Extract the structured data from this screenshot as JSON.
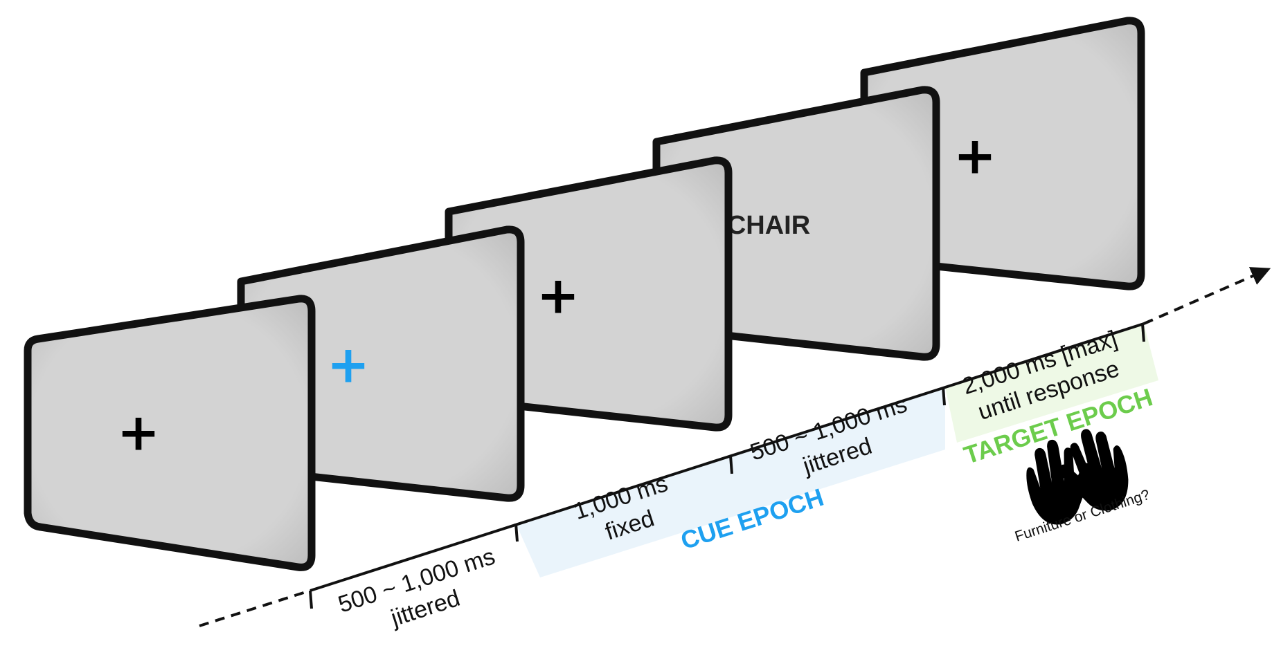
{
  "screens": [
    {
      "name": "screen-1-fixation",
      "stimulus": "+",
      "stimulus_color": "#000000"
    },
    {
      "name": "screen-2-cue-fixation",
      "stimulus": "+",
      "stimulus_color": "#1ea0f0"
    },
    {
      "name": "screen-3-fixation",
      "stimulus": "+",
      "stimulus_color": "#000000"
    },
    {
      "name": "screen-4-target-word",
      "stimulus": "CHAIR",
      "stimulus_color": "#222222"
    },
    {
      "name": "screen-5-fixation",
      "stimulus": "+",
      "stimulus_color": "#000000"
    }
  ],
  "timeline": {
    "segments": [
      {
        "line1": "500 ~ 1,000 ms",
        "line2": "jittered"
      },
      {
        "line1": "1,000 ms",
        "line2": "fixed"
      },
      {
        "line1": "500 ~ 1,000 ms",
        "line2": "jittered"
      },
      {
        "line1": "2,000 ms [max]",
        "line2": "until response"
      }
    ]
  },
  "epochs": {
    "cue": {
      "label": "CUE EPOCH",
      "color": "#1ea0f0",
      "band_color": "#eaf4fb"
    },
    "target": {
      "label": "TARGET EPOCH",
      "color": "#6ccc4c",
      "band_color": "#eef9e6"
    }
  },
  "response": {
    "question": "Furniture or Clothing?",
    "icons": [
      "left-hand-icon",
      "right-hand-icon"
    ]
  },
  "colors": {
    "screen_fill": "#d3d3d3",
    "screen_border": "#111111"
  }
}
